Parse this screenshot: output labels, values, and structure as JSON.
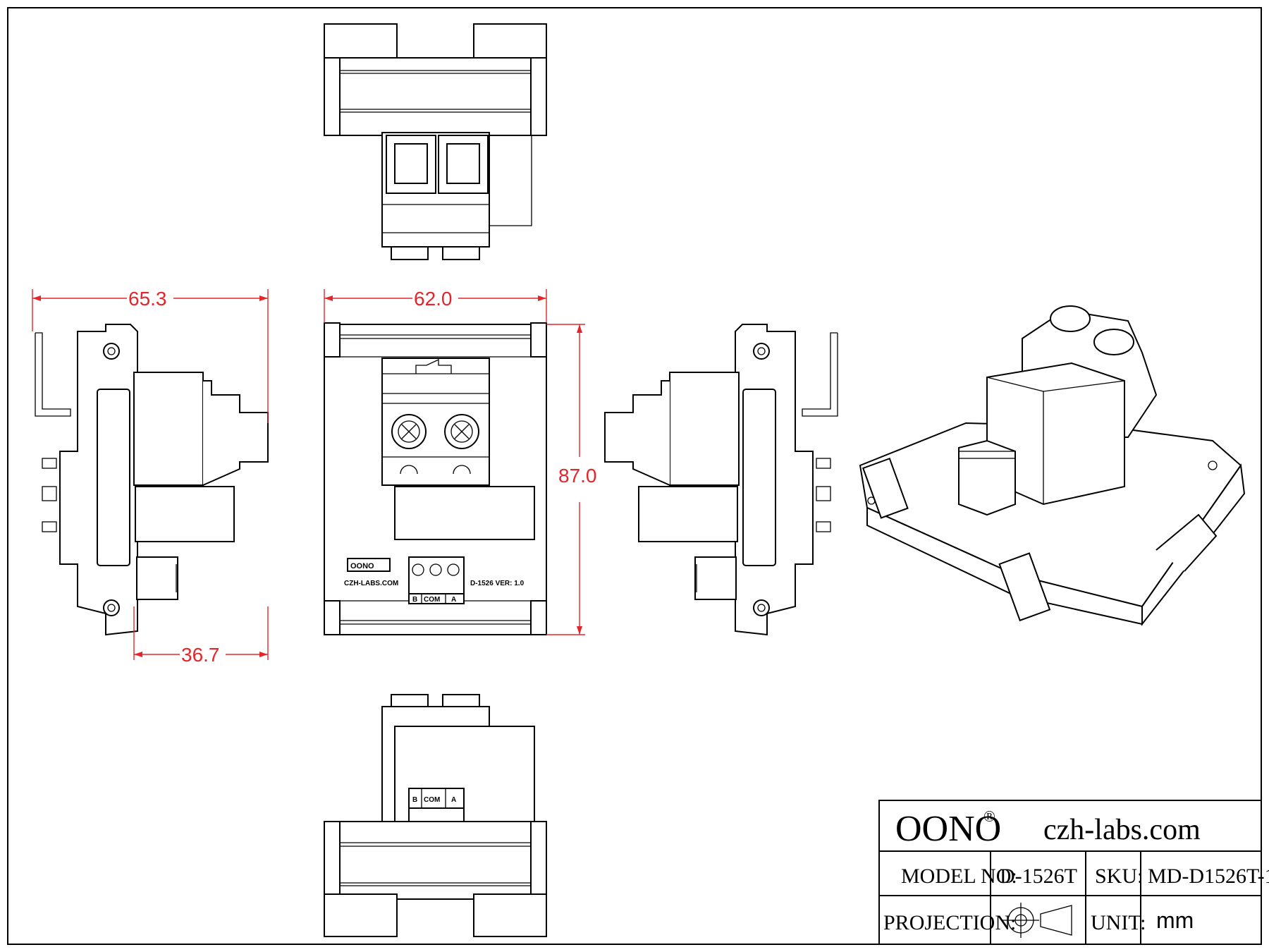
{
  "dimensions": {
    "width_overall": "65.3",
    "width_front": "62.0",
    "height": "87.0",
    "depth": "36.7"
  },
  "device_labels": {
    "brand_logo": "OONO",
    "website": "CZH-LABS.COM",
    "model_version": "D-1526  VER: 1.0",
    "terminal_b": "B",
    "terminal_com": "COM",
    "terminal_a": "A"
  },
  "title_block": {
    "brand": "OONO",
    "registered_mark": "®",
    "website": "czh-labs.com",
    "model_label": "MODEL NO:",
    "model_value": "D-1526T",
    "sku_label": "SKU:",
    "sku_value": "MD-D1526T-1",
    "projection_label": "PROJECTION:",
    "unit_label": "UNIT:",
    "unit_value": "mm"
  },
  "colors": {
    "dimension": "#e3262b",
    "line": "#000000",
    "background": "#ffffff"
  },
  "icons": [
    "projection-symbol-icon",
    "screw-icon"
  ]
}
